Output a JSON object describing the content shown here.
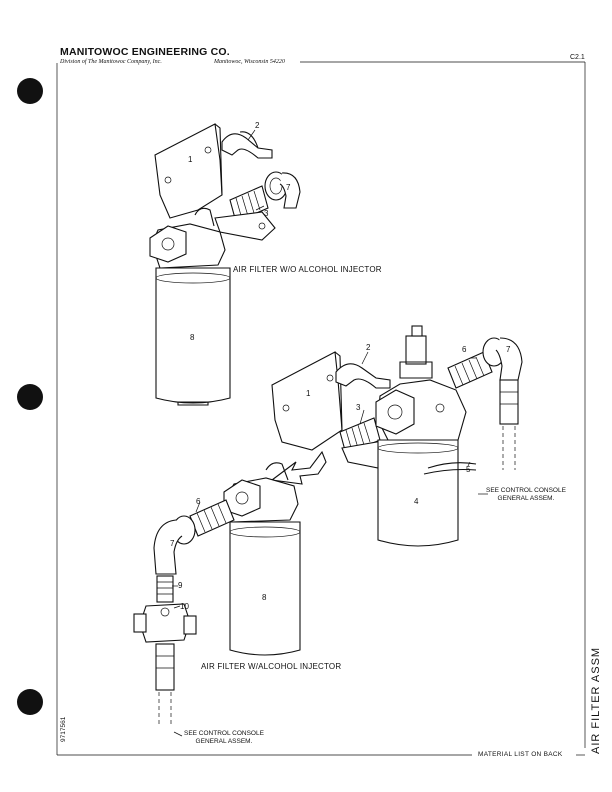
{
  "header": {
    "company": "MANITOWOC ENGINEERING CO.",
    "division": "Division of The Manitowoc Company, Inc.",
    "location": "Manitowoc, Wisconsin 54220",
    "page_code": "C2.1"
  },
  "drawing": {
    "caption_without_injector": "AIR FILTER W/O ALCOHOL INJECTOR",
    "caption_with_injector": "AIR FILTER W/ALCOHOL INJECTOR",
    "see_note_right": [
      "SEE CONTROL CONSOLE",
      "GENERAL ASSEM."
    ],
    "see_note_bottom": [
      "SEE CONTROL CONSOLE",
      "GENERAL ASSEM."
    ],
    "callouts": [
      "1",
      "2",
      "3",
      "4",
      "5",
      "6",
      "7",
      "8",
      "9",
      "10"
    ]
  },
  "side": {
    "doc_number": "9717561",
    "section_title": "AIR FILTER ASSM"
  },
  "footer": {
    "material_list": "MATERIAL LIST ON BACK"
  }
}
